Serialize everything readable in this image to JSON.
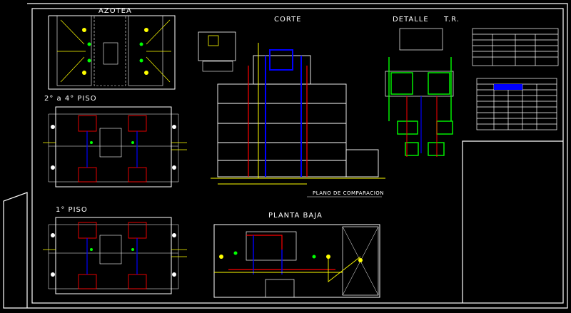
{
  "sheet": {
    "labels": {
      "azotea": "AZOTEA",
      "piso_2_4": "2° a 4° PISO",
      "piso_1": "1° PISO",
      "corte": "CORTE",
      "detalle": "DETALLE",
      "tr": "T.R.",
      "planta_baja": "PLANTA BAJA",
      "plano_comparacion": "PLANO DE COMPARACION"
    }
  },
  "colors": {
    "background": "#000000",
    "frame": "#ffffff",
    "water_cold": "#0000ff",
    "water_hot": "#ff0000",
    "drain": "#ffff00",
    "ventilation": "#00ff00",
    "walls": "#ffffff"
  }
}
